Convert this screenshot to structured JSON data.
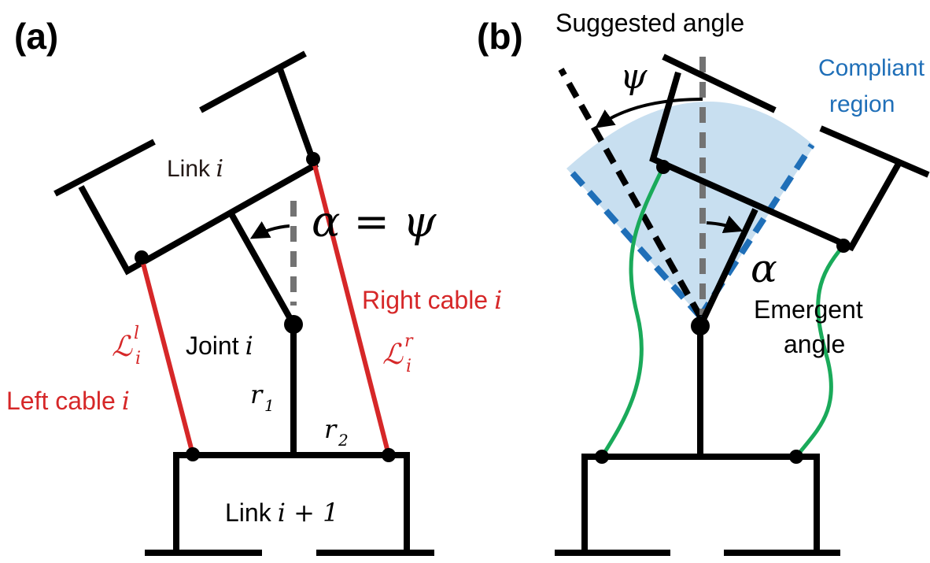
{
  "panel_a": {
    "tag": "(a)",
    "link_i": "Link",
    "link_i_var": "i",
    "equation": "α = ψ",
    "right_cable": "Right cable",
    "right_cable_var": "i",
    "left_cable": "Left cable",
    "left_cable_var": "i",
    "L_left_base": "ℒ",
    "L_left_sup": "l",
    "L_left_sub": "i",
    "L_right_base": "ℒ",
    "L_right_sup": "r",
    "L_right_sub": "i",
    "joint": "Joint",
    "joint_var": "i",
    "r1_base": "r",
    "r1_sub": "1",
    "r2_base": "r",
    "r2_sub": "2",
    "link_i1": "Link",
    "link_i1_var": "i + 1"
  },
  "panel_b": {
    "tag": "(b)",
    "suggested": "Suggested angle",
    "psi": "ψ",
    "compliant_line1": "Compliant",
    "compliant_line2": "region",
    "alpha": "α",
    "emergent_line1": "Emergent",
    "emergent_line2": "angle"
  },
  "colors": {
    "link": "#000000",
    "cable_red": "#d62728",
    "cable_green": "#1aaa5a",
    "dashed_gray": "#737373",
    "compliant_fill": "#c8dff0",
    "compliant_edge": "#1f6fb8",
    "label_blue": "#1f6fb8"
  }
}
